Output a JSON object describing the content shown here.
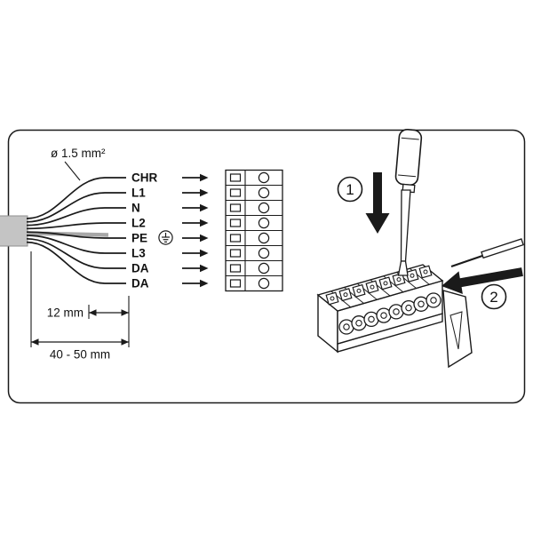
{
  "colors": {
    "line": "#1a1a1a",
    "cable_fill": "#c4c4c4",
    "pe_filler": "#a8a8a8"
  },
  "annotations": {
    "wire_gauge": "ø 1.5 mm²",
    "conductor_strip_length": "12 mm",
    "sheath_strip_length": "40 - 50 mm"
  },
  "wires": [
    {
      "label": "CHR"
    },
    {
      "label": "L1"
    },
    {
      "label": "N"
    },
    {
      "label": "L2"
    },
    {
      "label": "PE",
      "symbol": "earth"
    },
    {
      "label": "L3"
    },
    {
      "label": "DA"
    },
    {
      "label": "DA"
    }
  ],
  "steps": [
    {
      "number": "1"
    },
    {
      "number": "2"
    }
  ]
}
